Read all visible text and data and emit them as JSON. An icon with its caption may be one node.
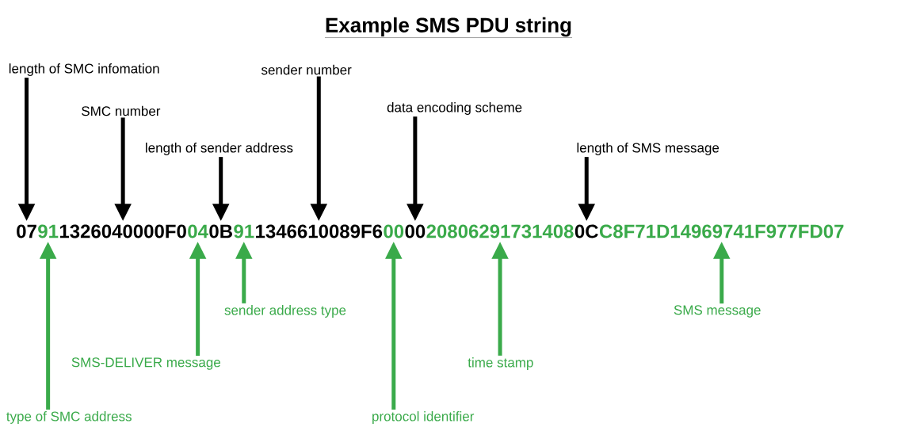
{
  "diagram": {
    "title": "Example SMS PDU string",
    "nodes": [
      {
        "text": [
          "07"
        ]
      },
      {
        "text": [
          "91"
        ]
      },
      {
        "text": [
          "1326040000F0"
        ]
      },
      {
        "text": [
          "04"
        ]
      },
      {
        "text": [
          "0B"
        ]
      },
      {
        "text": [
          "91"
        ]
      },
      {
        "text": [
          "1346610089F6"
        ]
      },
      {
        "text": [
          "00"
        ]
      },
      {
        "text": [
          "00"
        ]
      },
      {
        "text": [
          "20806291731408"
        ]
      },
      {
        "text": [
          "0C"
        ]
      },
      {
        "text": [
          "C8F71D14969741F977FD07"
        ]
      },
      {
        "text": [
          "length of SMC infomation"
        ]
      },
      {
        "text": [
          "SMC number"
        ]
      },
      {
        "text": [
          "length of sender address"
        ]
      },
      {
        "text": [
          "sender number"
        ]
      },
      {
        "text": [
          "data encoding scheme"
        ]
      },
      {
        "text": [
          "length of SMS message"
        ]
      },
      {
        "text": [
          "sender address type"
        ]
      },
      {
        "text": [
          "SMS message"
        ]
      },
      {
        "text": [
          "SMS-DELIVER message"
        ]
      },
      {
        "text": [
          "time stamp"
        ]
      },
      {
        "text": [
          "type of SMC address"
        ]
      },
      {
        "text": [
          "protocol identifier"
        ]
      }
    ],
    "edges": [
      {
        "from": 12,
        "to": 0,
        "arrow": "to",
        "color": "#000000"
      },
      {
        "from": 13,
        "to": 2,
        "arrow": "to",
        "color": "#000000"
      },
      {
        "from": 14,
        "to": 4,
        "arrow": "to",
        "color": "#000000"
      },
      {
        "from": 15,
        "to": 6,
        "arrow": "to",
        "color": "#000000"
      },
      {
        "from": 16,
        "to": 8,
        "arrow": "to",
        "color": "#000000"
      },
      {
        "from": 17,
        "to": 10,
        "arrow": "to",
        "color": "#000000"
      },
      {
        "from": 22,
        "to": 1,
        "arrow": "to",
        "color": "#3aaa4a"
      },
      {
        "from": 20,
        "to": 3,
        "arrow": "to",
        "color": "#3aaa4a"
      },
      {
        "from": 18,
        "to": 5,
        "arrow": "to",
        "color": "#3aaa4a"
      },
      {
        "from": 23,
        "to": 7,
        "arrow": "to",
        "color": "#3aaa4a"
      },
      {
        "from": 21,
        "to": 9,
        "arrow": "to",
        "color": "#3aaa4a"
      },
      {
        "from": 19,
        "to": 11,
        "arrow": "to",
        "color": "#3aaa4a"
      }
    ]
  }
}
